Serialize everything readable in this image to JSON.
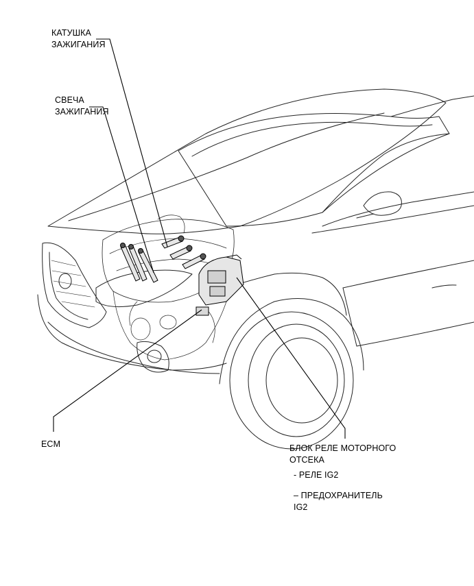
{
  "labels": {
    "ignition_coil": [
      "КАТУШКА",
      "ЗАЖИГАНИЯ"
    ],
    "spark_plug": [
      "СВЕЧА",
      "ЗАЖИГАНИЯ"
    ],
    "ecm": "ECM",
    "relay_block": [
      "БЛОК РЕЛЕ МОТОРНОГО",
      "ОТСЕКА"
    ],
    "relay_ig2": "- РЕЛЕ IG2",
    "fuse_ig2": [
      "– ПРЕДОХРАНИТЕЛЬ",
      "IG2"
    ]
  },
  "colors": {
    "line": "#000000",
    "component_fill": "#e6e6e6",
    "background": "#ffffff"
  }
}
